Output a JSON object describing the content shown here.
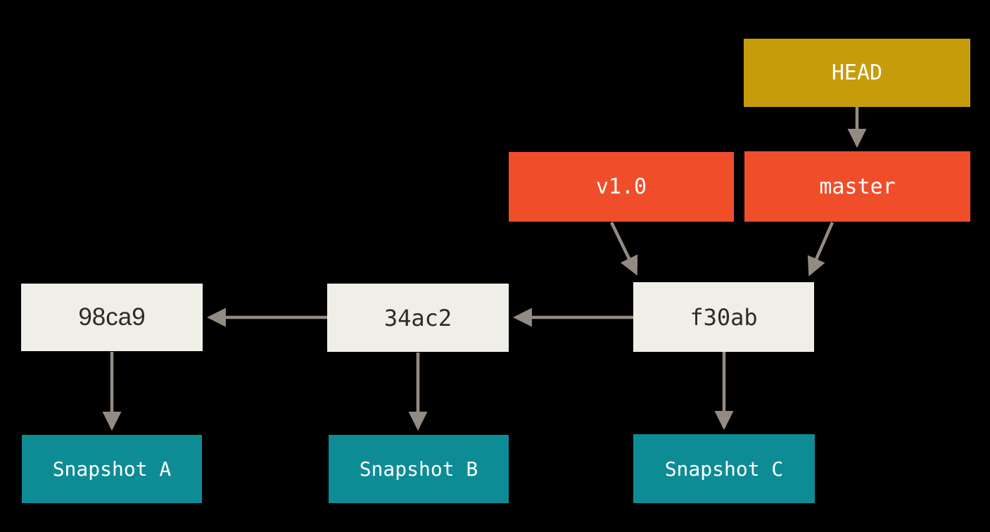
{
  "diagram": {
    "description": "Git commit history with branch references and snapshots",
    "head": {
      "label": "HEAD"
    },
    "refs": [
      {
        "id": "v1.0",
        "label": "v1.0",
        "points_to": "f30ab"
      },
      {
        "id": "master",
        "label": "master",
        "points_to": "f30ab"
      }
    ],
    "commits": [
      {
        "id": "98ca9",
        "label": "98ca9",
        "snapshot": "Snapshot A"
      },
      {
        "id": "34ac2",
        "label": "34ac2",
        "parent": "98ca9",
        "snapshot": "Snapshot B"
      },
      {
        "id": "f30ab",
        "label": "f30ab",
        "parent": "34ac2",
        "snapshot": "Snapshot C"
      }
    ],
    "snapshots": [
      {
        "label": "Snapshot A"
      },
      {
        "label": "Snapshot B"
      },
      {
        "label": "Snapshot C"
      }
    ],
    "colors": {
      "background": "#000000",
      "head": "#C79C0A",
      "ref": "#F04E2B",
      "commit": "#F0EFE7",
      "snapshot": "#0E8C96",
      "arrow": "#938B81",
      "text_light": "#FFFFFF",
      "text_dark": "#2E2B26"
    }
  }
}
